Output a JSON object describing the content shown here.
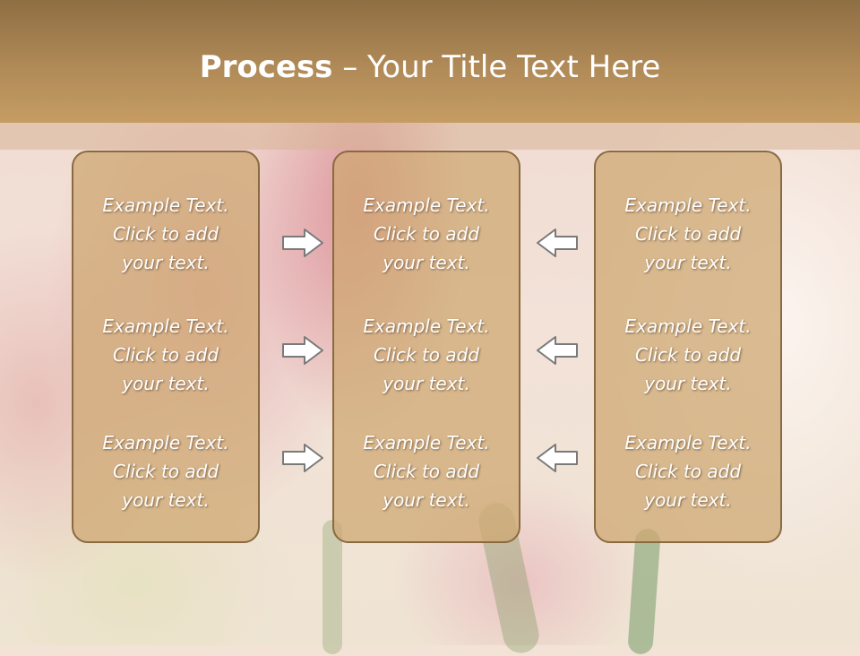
{
  "title": {
    "bold": "Process",
    "rest": " – Your Title Text Here"
  },
  "columns": [
    {
      "blocks": [
        {
          "line1": "Example Text.",
          "line2": "Click  to add",
          "line3": "your text."
        },
        {
          "line1": "Example Text.",
          "line2": "Click  to add",
          "line3": "your text."
        },
        {
          "line1": "Example Text.",
          "line2": "Click  to add",
          "line3": "your text."
        }
      ]
    },
    {
      "blocks": [
        {
          "line1": "Example Text.",
          "line2": "Click  to add",
          "line3": "your text."
        },
        {
          "line1": "Example Text.",
          "line2": "Click  to add",
          "line3": "your text."
        },
        {
          "line1": "Example Text.",
          "line2": "Click  to add",
          "line3": "your text."
        }
      ]
    },
    {
      "blocks": [
        {
          "line1": "Example Text.",
          "line2": "Click  to add",
          "line3": "your text."
        },
        {
          "line1": "Example Text.",
          "line2": "Click  to add",
          "line3": "your text."
        },
        {
          "line1": "Example Text.",
          "line2": "Click  to add",
          "line3": "your text."
        }
      ]
    }
  ],
  "arrows": {
    "left_side": [
      "arrow-right-icon",
      "arrow-right-icon",
      "arrow-right-icon"
    ],
    "right_side": [
      "arrow-left-icon",
      "arrow-left-icon",
      "arrow-left-icon"
    ]
  },
  "colors": {
    "title_bar": "#b08a57",
    "box_fill": "#cfa873",
    "box_border": "#8a6a40",
    "text": "#ffffff"
  }
}
